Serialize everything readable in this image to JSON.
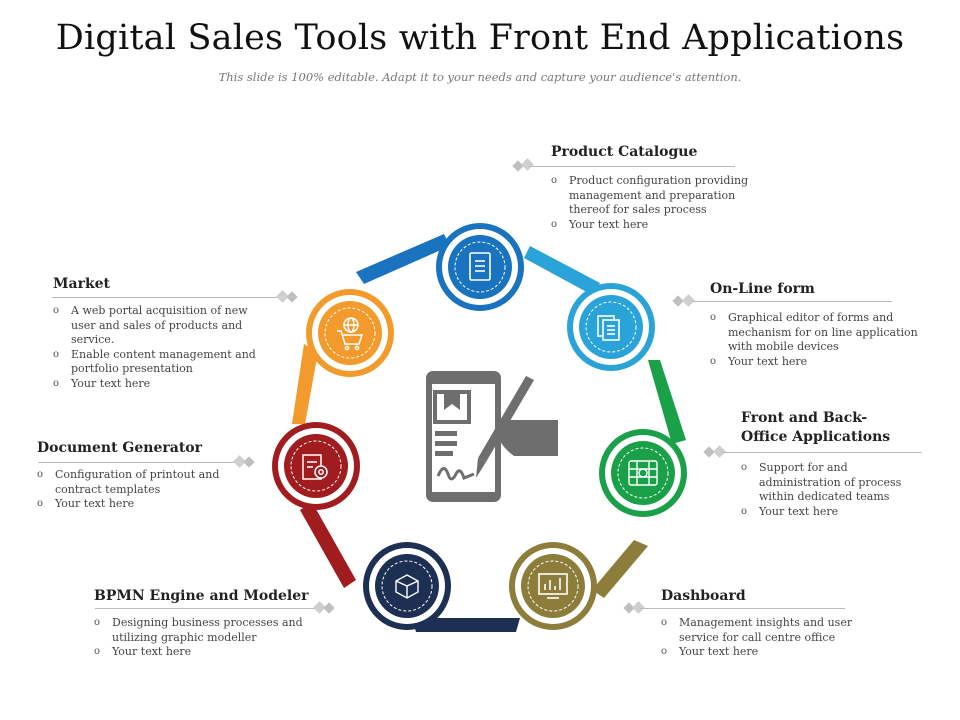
{
  "title": "Digital Sales Tools with Front End Applications",
  "subtitle": "This slide is 100% editable.  Adapt it to your needs and capture your audience's  attention.",
  "colors": {
    "blue": "#1a73be",
    "cyan": "#2aa3d8",
    "green": "#1aa049",
    "olive": "#8c7d3a",
    "navy": "#1e2f54",
    "red": "#a11c1e",
    "orange": "#f39a2c",
    "gray": "#6e6e6e"
  },
  "nodes": [
    {
      "key": "product-catalogue",
      "icon": "document-list-icon",
      "color": "blue"
    },
    {
      "key": "online-form",
      "icon": "documents-stack-icon",
      "color": "cyan"
    },
    {
      "key": "front-back-office",
      "icon": "network-grid-icon",
      "color": "green"
    },
    {
      "key": "dashboard",
      "icon": "chart-monitor-icon",
      "color": "olive"
    },
    {
      "key": "bpmn",
      "icon": "cube-network-icon",
      "color": "navy"
    },
    {
      "key": "document-generator",
      "icon": "document-gear-icon",
      "color": "red"
    },
    {
      "key": "market",
      "icon": "globe-cart-icon",
      "color": "orange"
    }
  ],
  "center_icon": "phone-signature-icon",
  "blocks": {
    "product_catalogue": {
      "heading": "Product Catalogue",
      "bullets": [
        "Product configuration providing management and preparation thereof for sales process",
        "Your text here"
      ]
    },
    "online_form": {
      "heading": "On-Line form",
      "bullets": [
        "Graphical editor of forms and mechanism for on line application with mobile devices",
        "Your text here"
      ]
    },
    "front_back_office": {
      "heading_line1": "Front and Back-",
      "heading_line2": "Office Applications",
      "bullets": [
        "Support for and administration of process within dedicated teams",
        "Your text here"
      ]
    },
    "dashboard": {
      "heading": "Dashboard",
      "bullets": [
        "Management insights and user service for call centre office",
        "Your text here"
      ]
    },
    "bpmn": {
      "heading": "BPMN Engine and Modeler",
      "bullets": [
        "Designing business processes and utilizing graphic modeller",
        "Your text here"
      ]
    },
    "document_generator": {
      "heading": "Document Generator",
      "bullets": [
        "Configuration of printout and contract templates",
        "Your text here"
      ]
    },
    "market": {
      "heading": "Market",
      "bullets": [
        "A web portal acquisition of new user and sales of products and service.",
        "Enable content management and portfolio presentation",
        "Your text here"
      ]
    }
  }
}
